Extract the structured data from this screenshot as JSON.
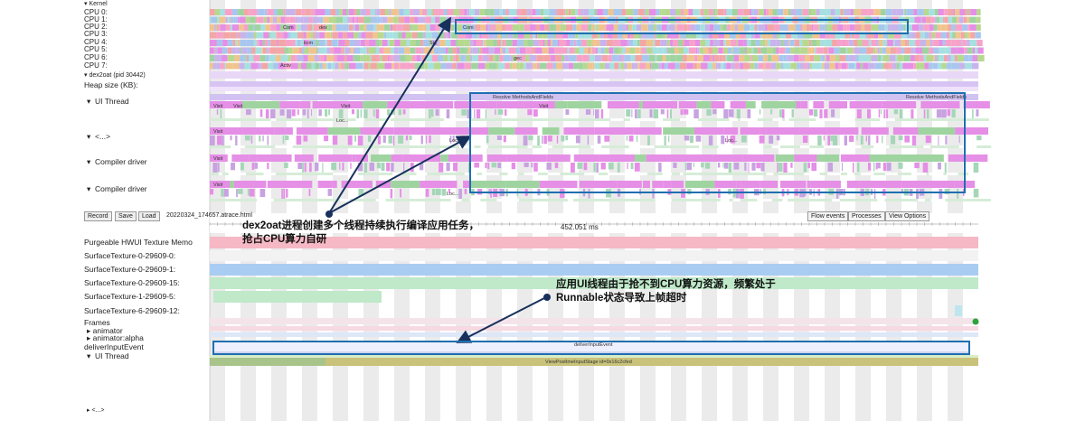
{
  "kernel_label": "Kernel",
  "cpu_rows": [
    "CPU 0:",
    "CPU 1:",
    "CPU 2:",
    "CPU 3:",
    "CPU 4:",
    "CPU 5:",
    "CPU 6:",
    "CPU 7:"
  ],
  "process_header": "dex2oat (pid 30442)",
  "heap_label": "Heap size (KB):",
  "threads": [
    {
      "label": "UI Thread",
      "expander": "▾"
    },
    {
      "label": "<...>",
      "expander": "▾"
    },
    {
      "label": "Compiler driver",
      "expander": "▾"
    },
    {
      "label": "Compiler driver",
      "expander": "▾"
    }
  ],
  "slice_labels": {
    "resolve": "Resolve MethodsAndFields",
    "visit": "Visit",
    "loc": "Loc...",
    "com": "Com",
    "sig": "Sig",
    "kcm": "kcm",
    "activ": "Activ",
    "gec": "gec",
    "dex": "dex"
  },
  "toolbar": {
    "record": "Record",
    "save": "Save",
    "load": "Load",
    "filename": "20220324_174657.atrace.html",
    "flow_events": "Flow events",
    "processes": "Processes",
    "view_options": "View Options"
  },
  "ruler": {
    "duration": "452.051 ms"
  },
  "lower_rows": [
    "Purgeable HWUI Texture Memo",
    "SurfaceTexture-0-29609-0:",
    "SurfaceTexture-0-29609-1:",
    "SurfaceTexture-0-29609-15:",
    "SurfaceTexture-1-29609-5:",
    "SurfaceTexture-6-29609-12:"
  ],
  "frames_label": "Frames",
  "frames_children": [
    "animator",
    "animator:alpha"
  ],
  "deliver_label": "deliverInputEvent",
  "deliver_slice": "deliverInputEvent",
  "postime_slice": "ViewPostImeInputStage id=0x16c2cfed",
  "ui_thread_lower": "UI Thread",
  "bottom_expander": "<...>",
  "annotations": {
    "top_line1": "dex2oat进程创建多个线程持续执行编译应用任务，",
    "top_line2": "抢占CPU算力自研",
    "bottom_line1": "应用UI线程由于抢不到CPU算力资源，频繁处于",
    "bottom_line2": "Runnable状态导致上帧超时"
  },
  "colors": {
    "annotation_box": "#1f6fb0",
    "arrow": "#17305c",
    "slice_pink": "#e58fe6",
    "slice_green": "#9fd4a0",
    "surface_blue": "#a9cdf2",
    "surface_pink": "#f5b8c4",
    "surface_green": "#bfe9c9",
    "postime_olive": "#c9c27a"
  }
}
